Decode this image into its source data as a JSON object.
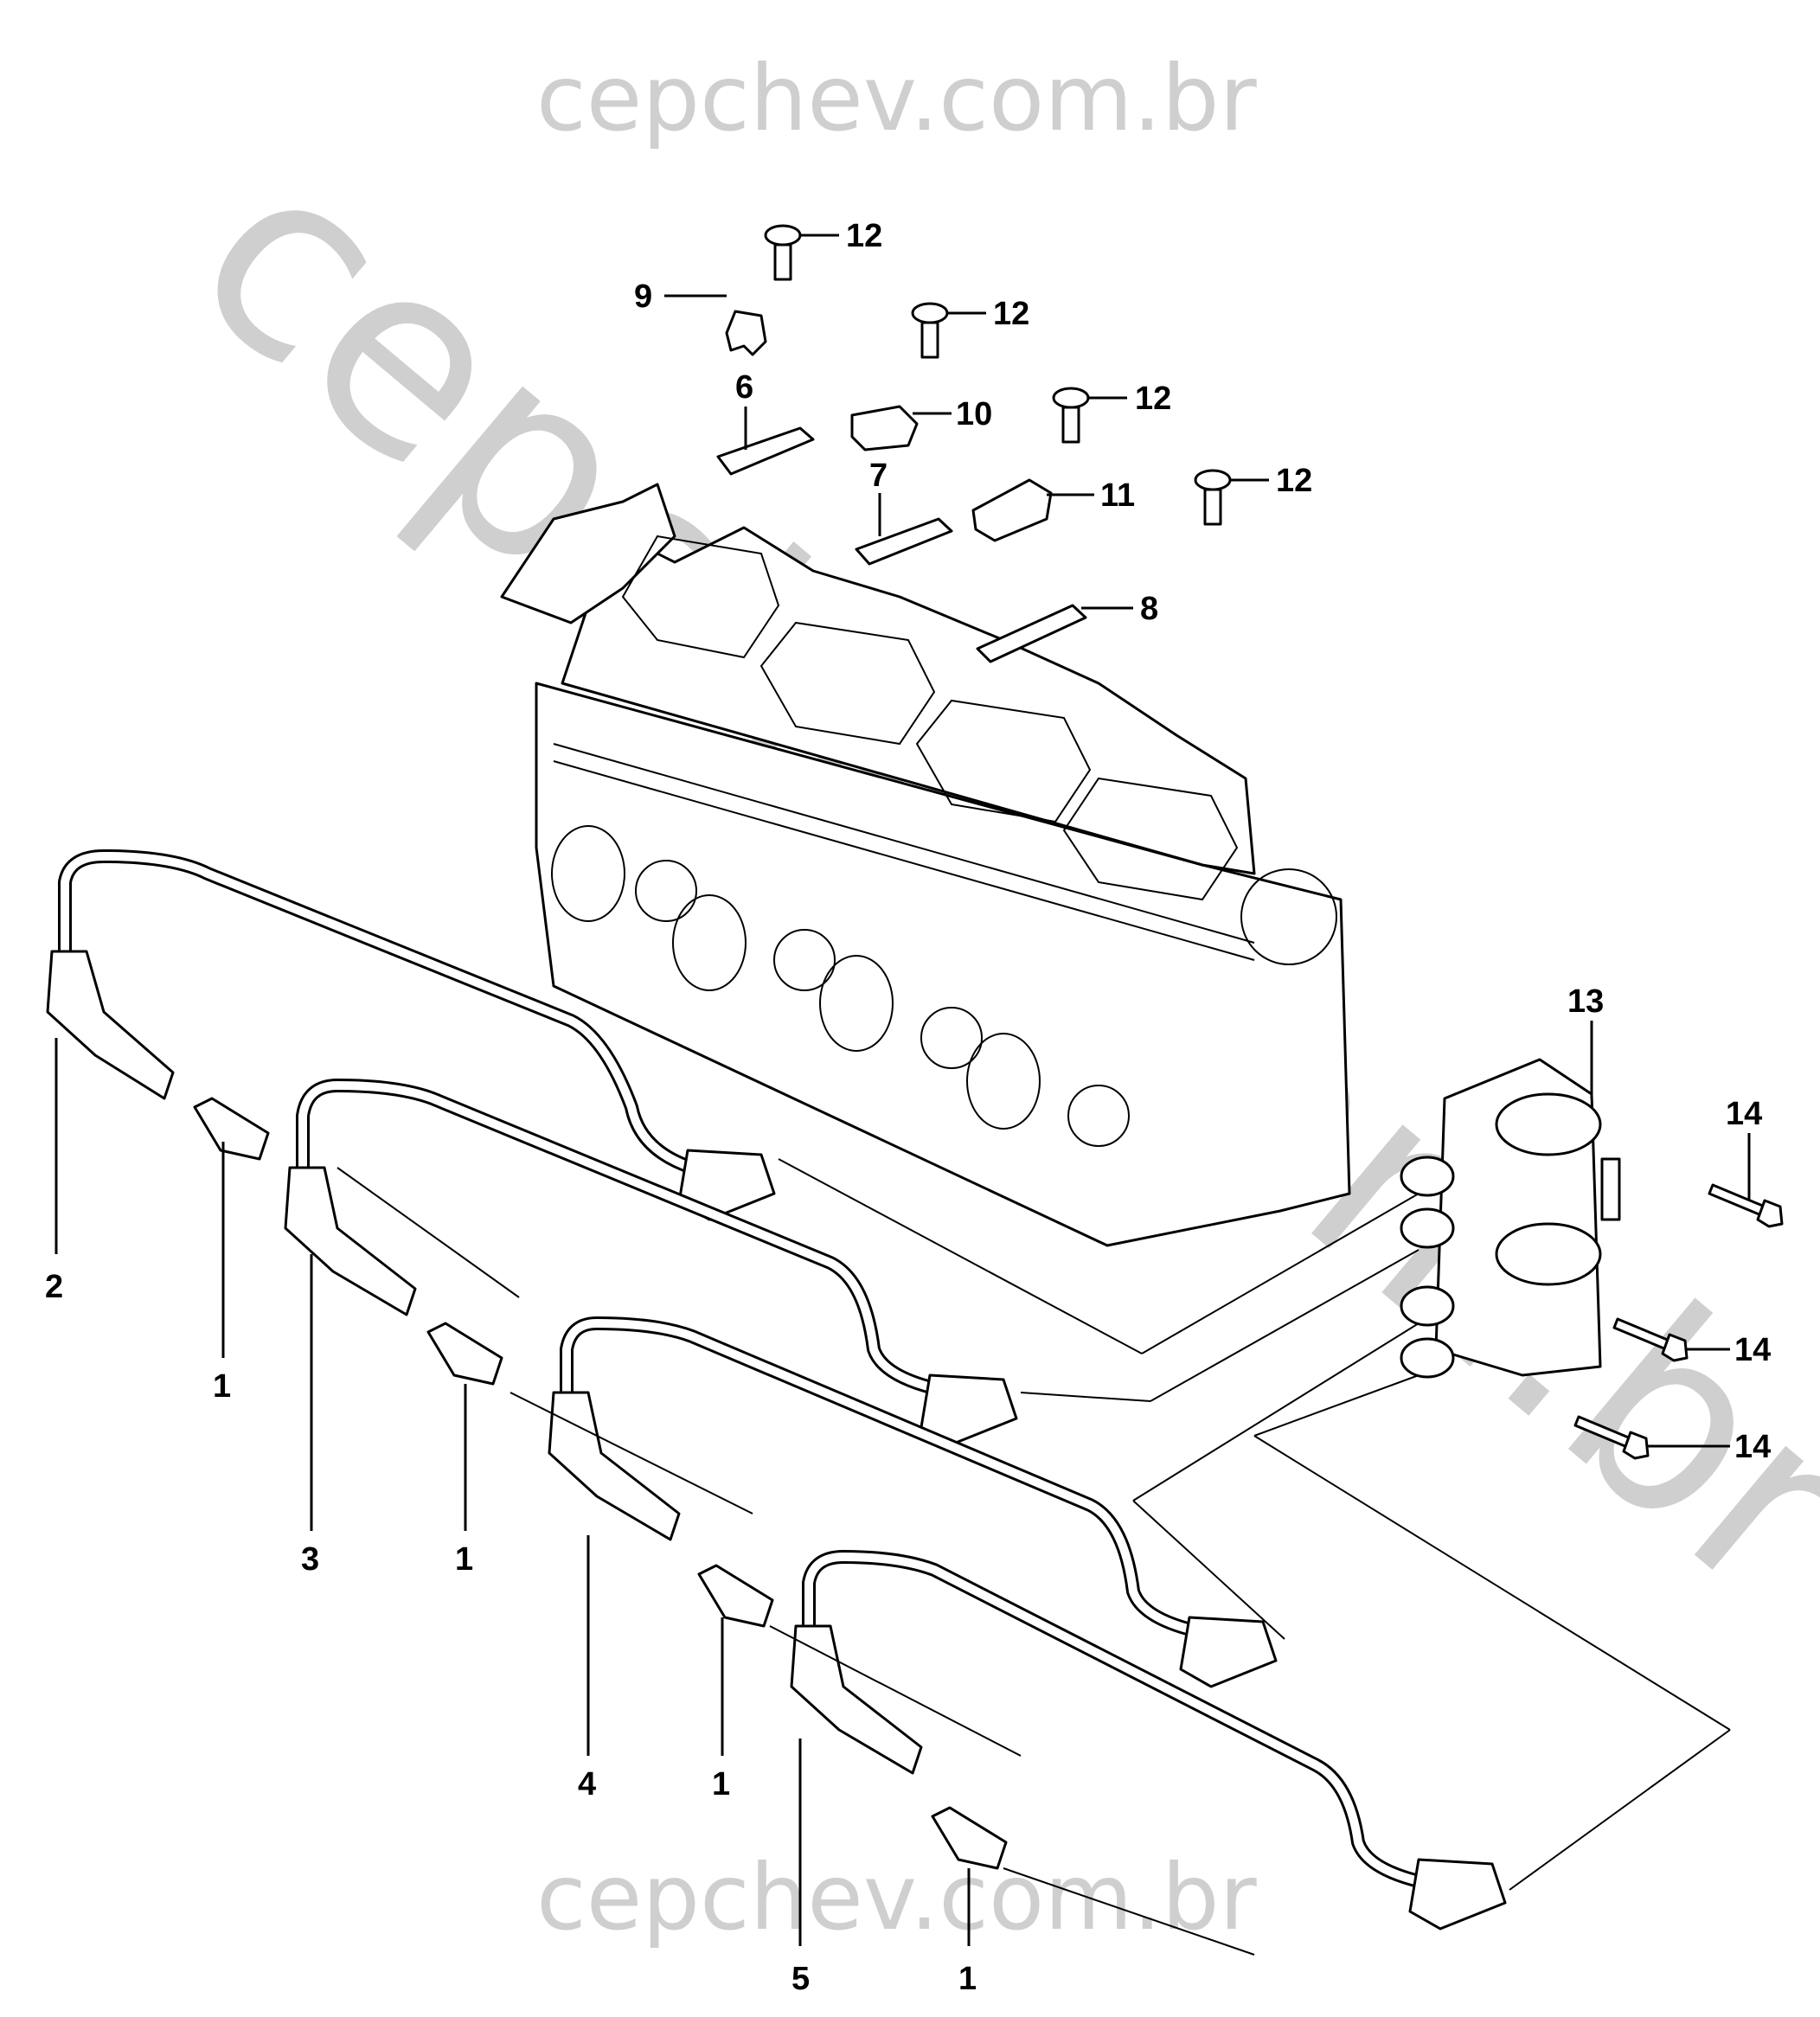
{
  "watermark": {
    "top": "cepchev.com.br",
    "bottom": "cepchev.com.br",
    "diagonal": "cepchev.com.br"
  },
  "callouts": {
    "c12a": "12",
    "c12b": "12",
    "c12c": "12",
    "c12d": "12",
    "c9": "9",
    "c6": "6",
    "c10": "10",
    "c7": "7",
    "c11": "11",
    "c8": "8",
    "c13": "13",
    "c14a": "14",
    "c14b": "14",
    "c14c": "14",
    "c2": "2",
    "c3": "3",
    "c4": "4",
    "c5": "5",
    "c1a": "1",
    "c1b": "1",
    "c1c": "1",
    "c1d": "1"
  },
  "colors": {
    "line": "#000000",
    "watermark": "#cfcfcf",
    "background": "#ffffff"
  }
}
